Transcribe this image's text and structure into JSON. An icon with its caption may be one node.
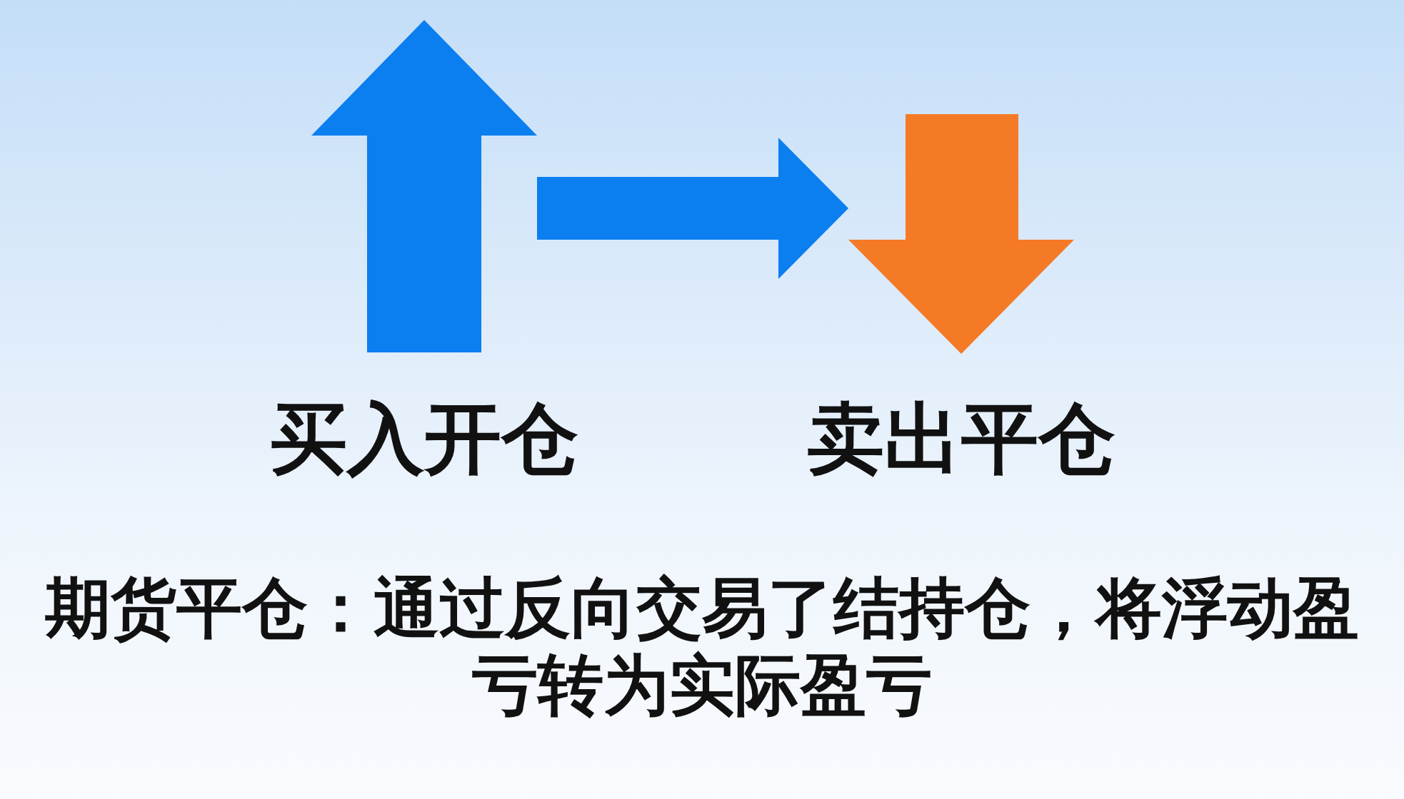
{
  "diagram": {
    "caption": "期货平仓：通过反向交易了结持仓，将浮动盈亏转为实际盈亏",
    "nodes": [
      {
        "text": [
          "买入开仓"
        ]
      },
      {
        "text": [
          "卖出平仓"
        ]
      }
    ],
    "edges": [
      {
        "from": 0,
        "to": 1,
        "arrow": "to"
      }
    ]
  }
}
